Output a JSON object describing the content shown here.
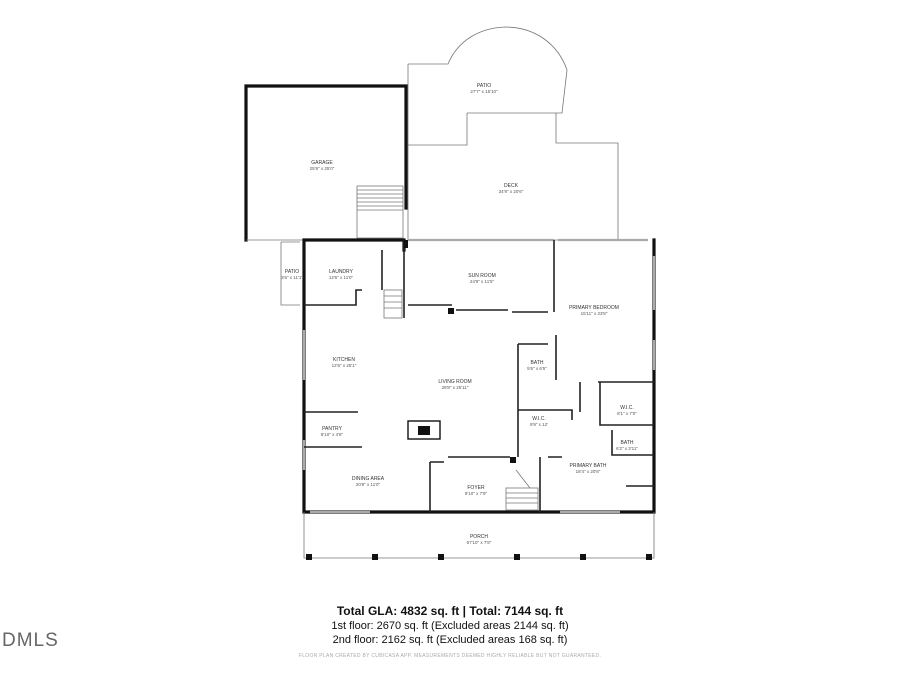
{
  "rooms": [
    {
      "id": "patio-top",
      "name": "PATIO",
      "dims": "27'7\" x 15'10\""
    },
    {
      "id": "garage",
      "name": "GARAGE",
      "dims": "25'9\" x 25'0\""
    },
    {
      "id": "deck",
      "name": "DECK",
      "dims": "34'9\" x 20'6\""
    },
    {
      "id": "patio-side",
      "name": "PATIO",
      "dims": "3'6\" x 11'1\""
    },
    {
      "id": "laundry",
      "name": "LAUNDRY",
      "dims": "12'6\" x 11'0\""
    },
    {
      "id": "sun-room",
      "name": "SUN ROOM",
      "dims": "24'9\" x 11'5\""
    },
    {
      "id": "primary-bedroom",
      "name": "PRIMARY BEDROOM",
      "dims": "15'11\" x 23'8\""
    },
    {
      "id": "kitchen",
      "name": "KITCHEN",
      "dims": "12'6\" x 25'1\""
    },
    {
      "id": "bath-1",
      "name": "BATH",
      "dims": "5'6\" x 6'5\""
    },
    {
      "id": "living-room",
      "name": "LIVING ROOM",
      "dims": "28'8\" x 25'11\""
    },
    {
      "id": "wic-1",
      "name": "W.I.C.",
      "dims": "8'1\" x 7'0\""
    },
    {
      "id": "wic-2",
      "name": "W.I.C.",
      "dims": "9'9\" x 12'"
    },
    {
      "id": "pantry",
      "name": "PANTRY",
      "dims": "8'10\" x 4'8\""
    },
    {
      "id": "bath-2",
      "name": "BATH",
      "dims": "6'2\" x 3'11\""
    },
    {
      "id": "primary-bath",
      "name": "PRIMARY BATH",
      "dims": "18'4\" x 20'8\""
    },
    {
      "id": "dining-area",
      "name": "DINING AREA",
      "dims": "20'8\" x 11'0\""
    },
    {
      "id": "foyer",
      "name": "FOYER",
      "dims": "9'10\" x 7'9\""
    },
    {
      "id": "porch",
      "name": "PORCH",
      "dims": "57'10\" x 7'8\""
    }
  ],
  "summary": {
    "total": "Total GLA: 4832 sq. ft | Total: 7144 sq. ft",
    "floor1": "1st floor: 2670 sq. ft (Excluded areas 2144 sq. ft)",
    "floor2": "2nd floor: 2162 sq. ft (Excluded areas 168 sq. ft)"
  },
  "disclaimer": "FLOOR PLAN CREATED BY CUBICASA APP. MEASUREMENTS DEEMED HIGHLY RELIABLE BUT NOT GUARANTEED.",
  "logo": "DMLS"
}
